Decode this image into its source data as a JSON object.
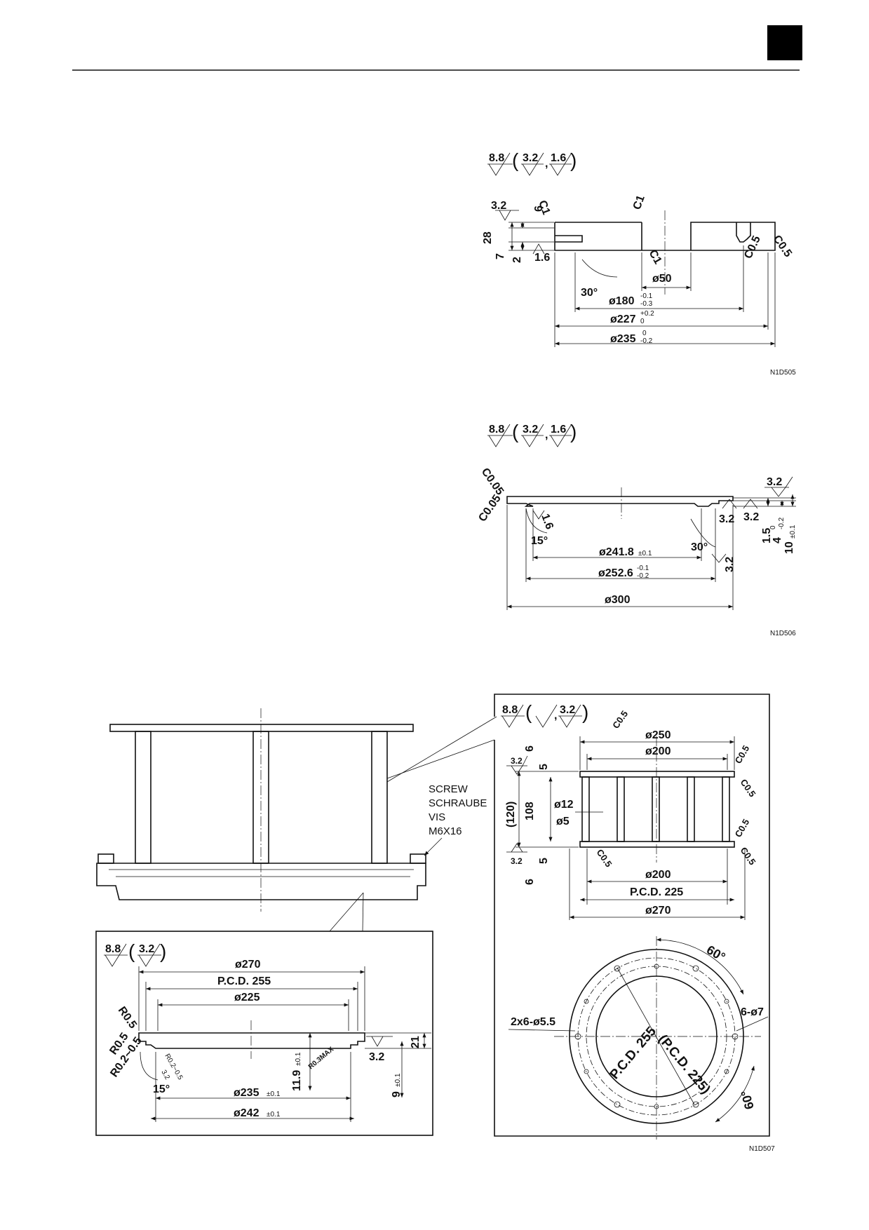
{
  "drawing_1": {
    "surface_header": [
      "8.8",
      "3.2",
      "1.6"
    ],
    "labels": {
      "r32": "3.2",
      "c1a": "C1",
      "c1b": "C1",
      "c1c": "C1",
      "d6": "6",
      "d28": "28",
      "d7": "7",
      "d2": "2",
      "r16": "1.6",
      "c05a": "C0.5",
      "c05b": "C0.5",
      "d50": "ø50",
      "a30": "30°",
      "d180": "ø180",
      "t180u": "-0.1",
      "t180l": "-0.3",
      "d227": "ø227",
      "t227u": "+0.2",
      "t227l": "0",
      "d235": "ø235",
      "t235u": "0",
      "t235l": "-0.2"
    },
    "ref": "N1D505"
  },
  "drawing_2": {
    "surface_header": [
      "8.8",
      "3.2",
      "1.6"
    ],
    "labels": {
      "c005a": "C0.05",
      "c005b": "C0.05",
      "r32a": "3.2",
      "r32b": "3.2",
      "r32c": "3.2",
      "r32d": "3.2",
      "r16": "1.6",
      "a15": "15°",
      "a30": "30°",
      "d2418": "ø241.8",
      "t2418": "±0.1",
      "d2526": "ø252.6",
      "t2526u": "-0.1",
      "t2526l": "-0.2",
      "d300": "ø300",
      "d15": "1.5",
      "d4": "4",
      "t4u": "0",
      "t4l": "-0.2",
      "d10": "10",
      "t10": "±0.1"
    },
    "ref": "N1D506"
  },
  "drawing_3": {
    "screw_note": [
      "SCREW",
      "SCHRAUBE",
      "VIS",
      "M6X16"
    ],
    "detail_left": {
      "surface_header": [
        "8.8",
        "3.2"
      ],
      "labels": {
        "d270": "ø270",
        "pcd": "P.C.D. 255",
        "d225": "ø225",
        "r05a": "R0.5",
        "r05b": "R0.5",
        "r0205a": "R0.2~0.5",
        "r0205b": "R0.2~0.5",
        "r32s": "3.2",
        "a15": "15°",
        "d119": "11.9",
        "t119": "±0.1",
        "r03": "R0.3MAX",
        "r32": "3.2",
        "d21": "21",
        "d9": "9",
        "t9": "±0.1",
        "d235": "ø235",
        "t235": "±0.1",
        "d242": "ø242",
        "t242": "±0.1"
      }
    },
    "detail_right": {
      "surface_header": [
        "8.8",
        "3.2"
      ],
      "labels": {
        "c05a": "C0.5",
        "d250": "ø250",
        "d200a": "ø200",
        "c05b": "C0.5",
        "c05c": "C0.5",
        "d6a": "6",
        "r32a": "3.2",
        "d5a": "5",
        "d120": "(120)",
        "d108": "108",
        "d12": "ø12",
        "d5d": "ø5",
        "c05d": "C0.5",
        "c05e": "C0.5",
        "c05f": "C0.5",
        "r32b": "3.2",
        "d5b": "5",
        "d6b": "6",
        "d200b": "ø200",
        "pcd225": "P.C.D. 225",
        "d270": "ø270",
        "a60a": "60°",
        "holes7": "6-ø7",
        "holes55": "2x6-ø5.5",
        "pcd255c": "P.C.D. 255",
        "pcd225c": "(P.C.D. 225)",
        "a60b": "60°"
      }
    },
    "ref": "N1D507"
  }
}
